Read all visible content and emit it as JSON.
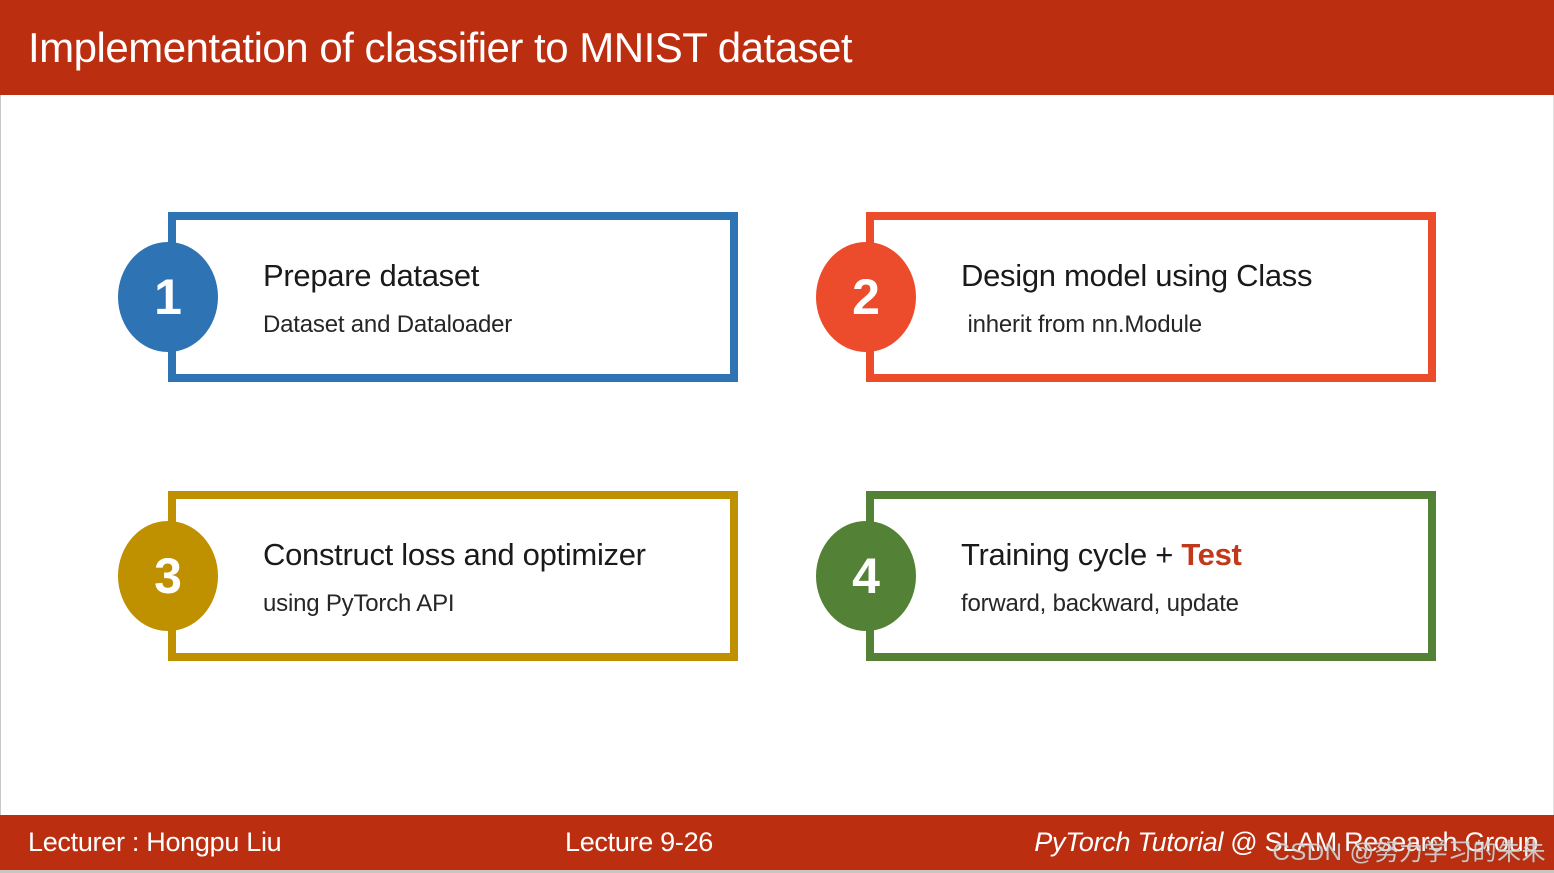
{
  "colors": {
    "theme_red": "#bc2e10",
    "highlight_red": "#c0391b",
    "step_blue": "#2e74b5",
    "step_orange": "#ec4b2c",
    "step_gold": "#bf9000",
    "step_green": "#538135"
  },
  "header": {
    "title": "Implementation of classifier to MNIST dataset"
  },
  "steps": [
    {
      "number": "1",
      "title": "Prepare dataset",
      "title_highlight": "",
      "subtitle": "Dataset and Dataloader",
      "color": "#2e74b5"
    },
    {
      "number": "2",
      "title": "Design model using Class",
      "title_highlight": "",
      "subtitle": " inherit from nn.Module",
      "color": "#ec4b2c"
    },
    {
      "number": "3",
      "title": "Construct loss and optimizer",
      "title_highlight": "",
      "subtitle": "using PyTorch API",
      "color": "#bf9000"
    },
    {
      "number": "4",
      "title": "Training cycle + ",
      "title_highlight": "Test",
      "subtitle": "forward, backward, update",
      "color": "#538135"
    }
  ],
  "footer": {
    "lecturer": "Lecturer : Hongpu Liu",
    "lecture_number": "Lecture 9-26",
    "tutorial_italic": "PyTorch Tutorial",
    "tutorial_rest": " @ SLAM Research Group"
  },
  "watermark": "CSDN @努力学习的朱朱"
}
